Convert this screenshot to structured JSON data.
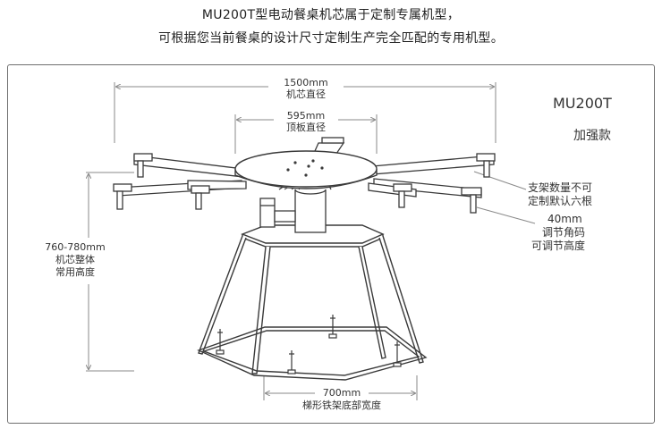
{
  "header": {
    "line1": "MU200T型电动餐桌机芯属于定制专属机型，",
    "line2": "可根据您当前餐桌的设计尺寸定制生产完全匹配的专用机型。"
  },
  "model": {
    "name": "MU200T",
    "variant": "加强款"
  },
  "dimensions": {
    "core_diameter": {
      "value": "1500mm",
      "label": "机芯直径"
    },
    "top_plate_diameter": {
      "value": "595mm",
      "label": "顶板直径"
    },
    "height": {
      "value": "760-780mm",
      "label1": "机芯整体",
      "label2": "常用高度"
    },
    "base_width": {
      "value": "700mm",
      "label": "梯形铁架底部宽度"
    }
  },
  "notes": {
    "brackets": {
      "line1": "支架数量不可",
      "line2": "定制默认六根"
    },
    "corner": {
      "value": "40mm",
      "line1": "调节角码",
      "line2": "可调节高度"
    }
  },
  "colors": {
    "line": "#3a3a3a",
    "dim": "#8a8a8a",
    "text": "#333333",
    "frame": "#6f6f6f"
  }
}
